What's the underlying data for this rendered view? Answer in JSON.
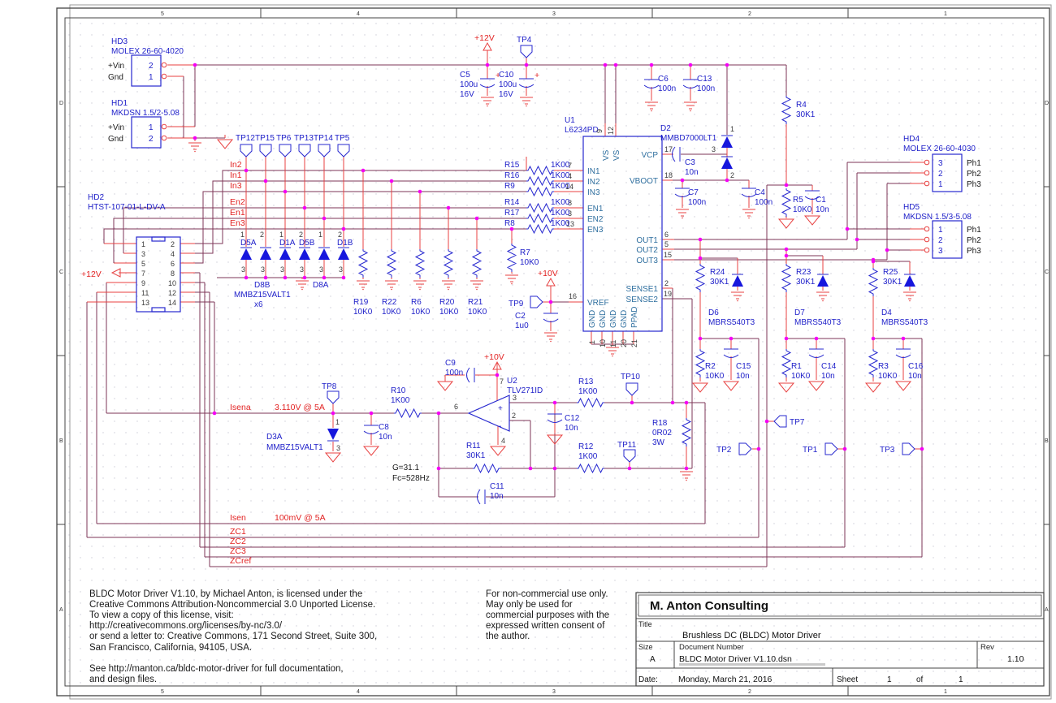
{
  "frame": {
    "cols": [
      "5",
      "4",
      "3",
      "2",
      "1"
    ],
    "rows": [
      "D",
      "C",
      "B",
      "A"
    ]
  },
  "pwr": {
    "p12": "+12V",
    "p10": "+10V"
  },
  "tp": {
    "tp1": "TP1",
    "tp2": "TP2",
    "tp3": "TP3",
    "tp4": "TP4",
    "tp5": "TP5",
    "tp6": "TP6",
    "tp7": "TP7",
    "tp8": "TP8",
    "tp9": "TP9",
    "tp10": "TP10",
    "tp11": "TP11",
    "tp12": "TP12",
    "tp13": "TP13",
    "tp14": "TP14",
    "tp15": "TP15"
  },
  "net": {
    "in1": "In1",
    "in2": "In2",
    "in3": "In3",
    "en1": "En1",
    "en2": "En2",
    "en3": "En3",
    "isena": "Isena",
    "isena_v": "3.110V @ 5A",
    "isen": "Isen",
    "isen_v": "100mV @ 5A",
    "zc1": "ZC1",
    "zc2": "ZC2",
    "zc3": "ZC3",
    "zcref": "ZCref"
  },
  "con": {
    "hd3": {
      "ref": "HD3",
      "part": "MOLEX 26-60-4020",
      "vin": "+Vin",
      "gnd": "Gnd",
      "p2": "2",
      "p1": "1"
    },
    "hd1": {
      "ref": "HD1",
      "part": "MKDSN 1.5/2-5.08",
      "vin": "+Vin",
      "gnd": "Gnd",
      "p1": "1",
      "p2": "2"
    },
    "hd2": {
      "ref": "HD2",
      "part": "HTST-107-01-L-DV-A",
      "p": [
        "1",
        "2",
        "3",
        "4",
        "5",
        "6",
        "7",
        "8",
        "9",
        "10",
        "11",
        "12",
        "13",
        "14"
      ]
    },
    "hd4": {
      "ref": "HD4",
      "part": "MOLEX 26-60-4030",
      "p3": "3",
      "p2": "2",
      "p1": "1",
      "ph1": "Ph1",
      "ph2": "Ph2",
      "ph3": "Ph3"
    },
    "hd5": {
      "ref": "HD5",
      "part": "MKDSN 1.5/3-5.08",
      "p1": "1",
      "p2": "2",
      "p3": "3",
      "ph1": "Ph1",
      "ph2": "Ph2",
      "ph3": "Ph3"
    }
  },
  "u1": {
    "ref": "U1",
    "part": "L6234PD",
    "vs": "VS",
    "in1": "IN1",
    "in2": "IN2",
    "in3": "IN3",
    "en1": "EN1",
    "en2": "EN2",
    "en3": "EN3",
    "vref": "VREF",
    "vcp": "VCP",
    "vboot": "VBOOT",
    "out1": "OUT1",
    "out2": "OUT2",
    "out3": "OUT3",
    "sense1": "SENSE1",
    "sense2": "SENSE2",
    "gnd": "GND",
    "ppad": "PPAD",
    "n": {
      "vs1": "9",
      "vs2": "12",
      "in1": "7",
      "in2": "4",
      "in3": "14",
      "en1": "8",
      "en2": "3",
      "en3": "13",
      "vref": "16",
      "vcp": "17",
      "vboot": "18",
      "out1": "6",
      "out2": "5",
      "out3": "15",
      "s1": "2",
      "s2": "19",
      "g1": "1",
      "g2": "10",
      "g3": "11",
      "g4": "20",
      "g5": "21"
    }
  },
  "u2": {
    "ref": "U2",
    "part": "TLV271ID",
    "plus": "+",
    "minus": "-",
    "n7": "7",
    "n6": "6",
    "n3": "3",
    "n2": "2",
    "n4": "4",
    "g": "G=31.1",
    "fc": "Fc=528Hz"
  },
  "r": {
    "r1": {
      "ref": "R1",
      "val": "10K0"
    },
    "r2": {
      "ref": "R2",
      "val": "10K0"
    },
    "r3": {
      "ref": "R3",
      "val": "10K0"
    },
    "r4": {
      "ref": "R4",
      "val": "30K1"
    },
    "r5": {
      "ref": "R5",
      "val": "10K0"
    },
    "r6": {
      "ref": "R6",
      "val": "10K0"
    },
    "r7": {
      "ref": "R7",
      "val": "10K0"
    },
    "r8": {
      "ref": "R8",
      "val": "1K00"
    },
    "r9": {
      "ref": "R9",
      "val": "1K00"
    },
    "r10": {
      "ref": "R10",
      "val": "1K00"
    },
    "r11": {
      "ref": "R11",
      "val": "30K1"
    },
    "r12": {
      "ref": "R12",
      "val": "1K00"
    },
    "r13": {
      "ref": "R13",
      "val": "1K00"
    },
    "r14": {
      "ref": "R14",
      "val": "1K00"
    },
    "r15": {
      "ref": "R15",
      "val": "1K00"
    },
    "r16": {
      "ref": "R16",
      "val": "1K00"
    },
    "r17": {
      "ref": "R17",
      "val": "1K00"
    },
    "r18": {
      "ref": "R18",
      "val": "0R02",
      "w": "3W"
    },
    "r19": {
      "ref": "R19",
      "val": "10K0"
    },
    "r20": {
      "ref": "R20",
      "val": "10K0"
    },
    "r21": {
      "ref": "R21",
      "val": "10K0"
    },
    "r22": {
      "ref": "R22",
      "val": "10K0"
    },
    "r23": {
      "ref": "R23",
      "val": "30K1"
    },
    "r24": {
      "ref": "R24",
      "val": "30K1"
    },
    "r25": {
      "ref": "R25",
      "val": "30K1"
    }
  },
  "c": {
    "c1": {
      "ref": "C1",
      "val": "10n"
    },
    "c2": {
      "ref": "C2",
      "val": "1u0"
    },
    "c3": {
      "ref": "C3",
      "val": "10n"
    },
    "c4": {
      "ref": "C4",
      "val": "100n"
    },
    "c5": {
      "ref": "C5",
      "val": "100u",
      "v": "16V",
      "plus": "+"
    },
    "c6": {
      "ref": "C6",
      "val": "100n"
    },
    "c7": {
      "ref": "C7",
      "val": "100n"
    },
    "c8": {
      "ref": "C8",
      "val": "10n"
    },
    "c9": {
      "ref": "C9",
      "val": "100n"
    },
    "c10": {
      "ref": "C10",
      "val": "100u",
      "v": "16V",
      "plus": "+"
    },
    "c11": {
      "ref": "C11",
      "val": "10n"
    },
    "c12": {
      "ref": "C12",
      "val": "10n"
    },
    "c13": {
      "ref": "C13",
      "val": "100n"
    },
    "c14": {
      "ref": "C14",
      "val": "10n"
    },
    "c15": {
      "ref": "C15",
      "val": "10n"
    },
    "c16": {
      "ref": "C16",
      "val": "10n"
    }
  },
  "d": {
    "d2": {
      "ref": "D2",
      "part": "MMBD7000LT1",
      "p1": "1",
      "p2": "2",
      "p3": "3"
    },
    "d3a": {
      "ref": "D3A",
      "part": "MMBZ15VALT1",
      "p1": "1",
      "p3": "3"
    },
    "d4": {
      "ref": "D4",
      "part": "MBRS540T3"
    },
    "d6": {
      "ref": "D6",
      "part": "MBRS540T3"
    },
    "d7": {
      "ref": "D7",
      "part": "MBRS540T3"
    },
    "arr": {
      "d5a": "D5A",
      "d1a": "D1A",
      "d5b": "D5B",
      "d1b": "D1B",
      "d8b": "D8B",
      "d8a": "D8A",
      "part": "MMBZ15VALT1",
      "x6": "x6",
      "p1": "1",
      "p2": "2",
      "p3": "3"
    }
  },
  "license": {
    "text": "BLDC Motor Driver V1.10, by Michael Anton, is licensed under the\nCreative Commons Attribution-Noncommercial 3.0 Unported License.\nTo view a copy of this license, visit:\nhttp://creativecommons.org/licenses/by-nc/3.0/\nor send a letter to: Creative Commons, 171 Second Street, Suite 300,\nSan Francisco, California, 94105, USA.\n\nSee http://manton.ca/bldc-motor-driver for full documentation,\nand design files."
  },
  "notice": {
    "text": "For non-commercial use only.\nMay only be used for\ncommercial purposes with the\nexpressed written consent of\nthe author."
  },
  "tb": {
    "company": "M. Anton Consulting",
    "title_label": "Title",
    "title": "Brushless DC (BLDC) Motor Driver",
    "size_label": "Size",
    "size": "A",
    "doc_label": "Document Number",
    "doc": "BLDC Motor Driver V1.10.dsn",
    "rev_label": "Rev",
    "rev": "1.10",
    "date_label": "Date:",
    "date": "Monday, March 21, 2016",
    "sheet_label": "Sheet",
    "sheet": "1",
    "of": "of",
    "total": "1"
  }
}
